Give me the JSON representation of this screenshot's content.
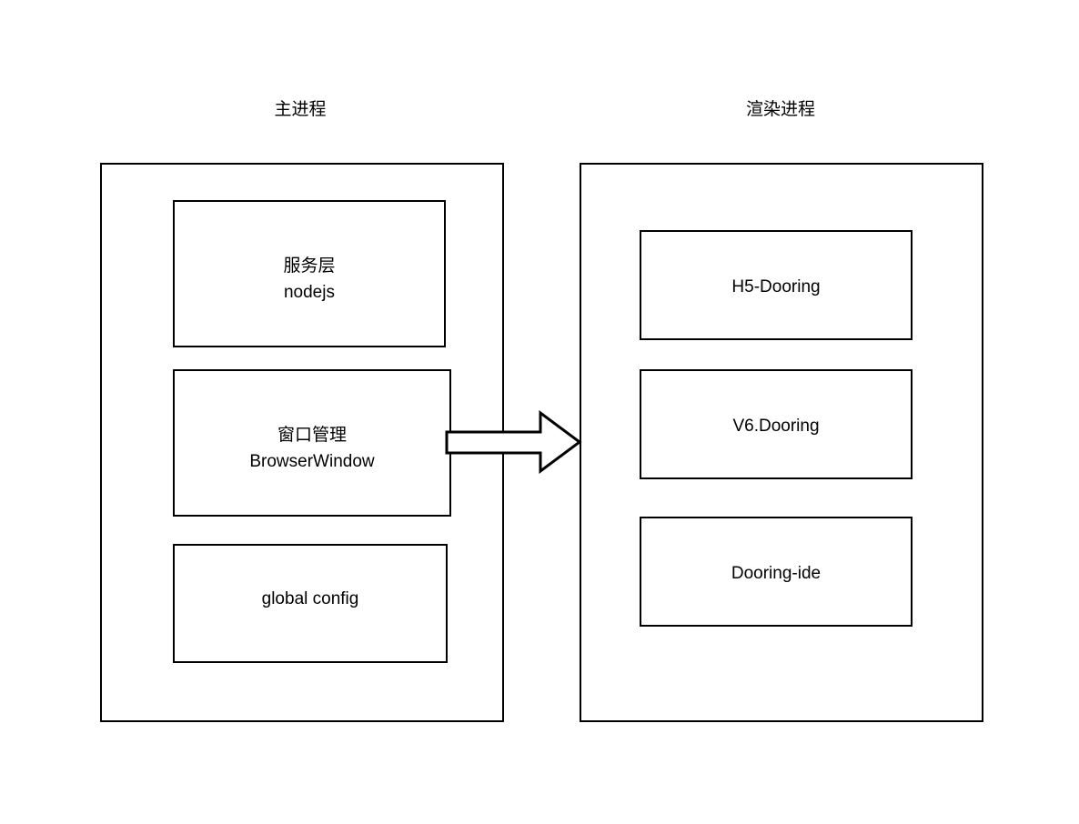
{
  "diagram": {
    "type": "architecture-flow",
    "background_color": "#ffffff",
    "stroke_color": "#000000",
    "fill_color": "#ffffff",
    "columns": [
      {
        "id": "main-process",
        "title": "主进程",
        "modules": [
          {
            "id": "service-layer",
            "label": "服务层\nnodejs"
          },
          {
            "id": "window-manager",
            "label": "窗口管理\nBrowserWindow"
          },
          {
            "id": "global-config",
            "label": "global config"
          }
        ]
      },
      {
        "id": "renderer-process",
        "title": "渲染进程",
        "modules": [
          {
            "id": "h5-dooring",
            "label": "H5-Dooring"
          },
          {
            "id": "v6-dooring",
            "label": "V6.Dooring"
          },
          {
            "id": "dooring-ide",
            "label": "Dooring-ide"
          }
        ]
      }
    ],
    "connector": {
      "id": "main-to-renderer-arrow",
      "shape": "block-arrow",
      "direction": "right",
      "from": "window-manager",
      "to": "renderer-process",
      "label": ""
    }
  }
}
